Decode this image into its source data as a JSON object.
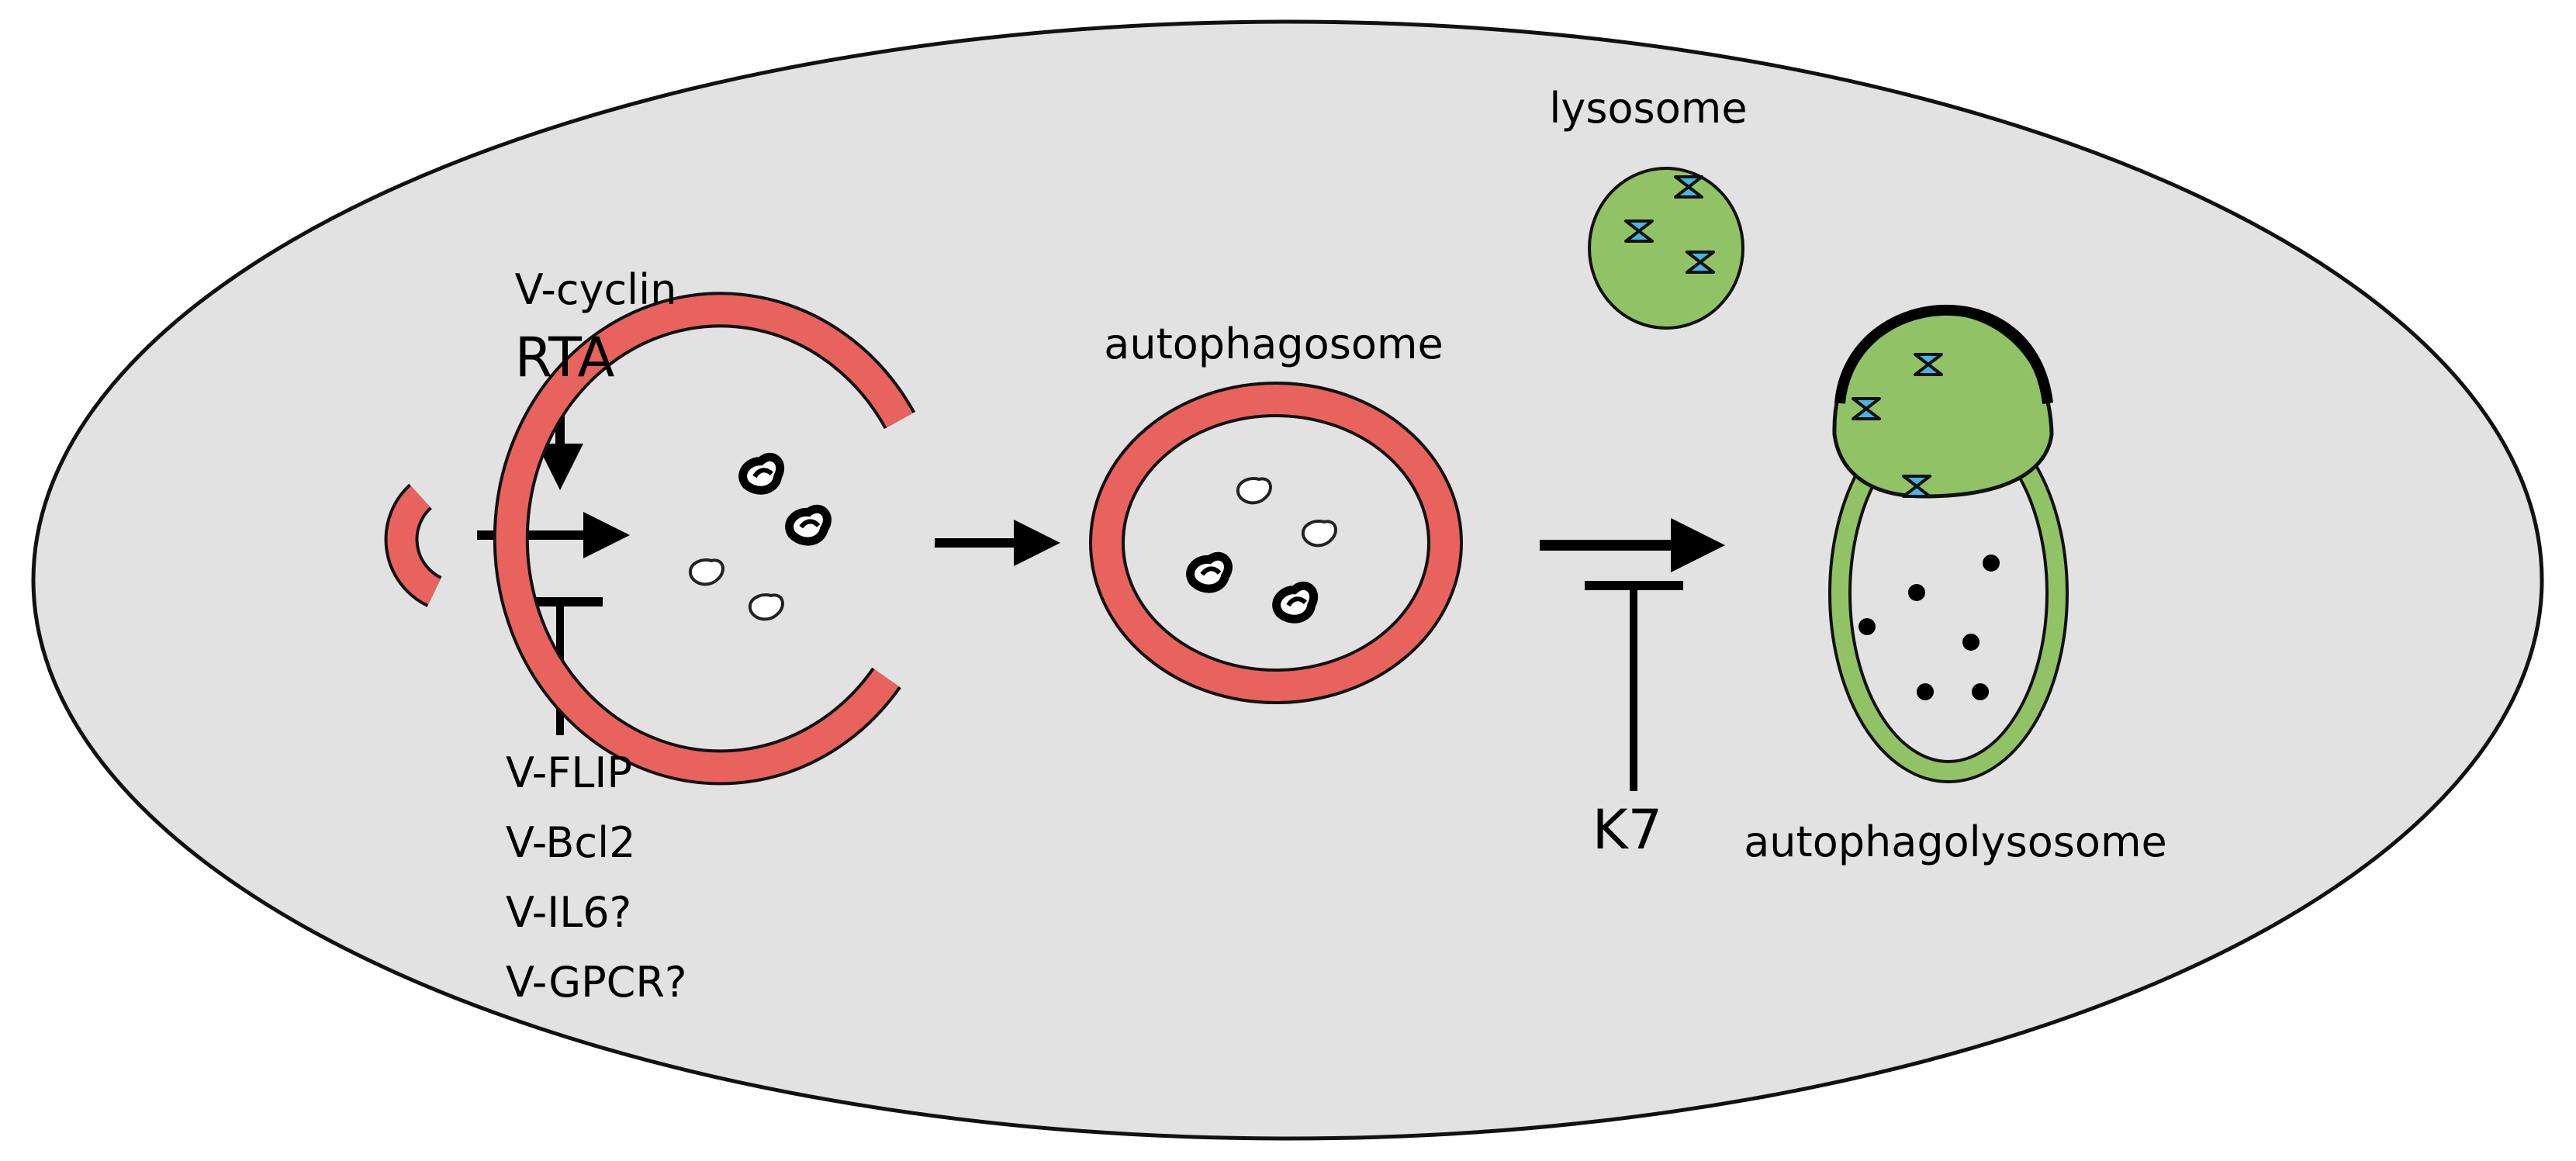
{
  "colors": {
    "cell_fill": "#e2e2e2",
    "cell_stroke": "#111111",
    "membrane_red": "#e8625e",
    "lysosome_green": "#92c266",
    "enzyme_blue": "#45b6e6",
    "ink": "#000000"
  },
  "inducers": {
    "v_cyclin": "V-cyclin",
    "rta": "RTA"
  },
  "inhibitors": [
    "V-FLIP",
    "V-Bcl2",
    "V-IL6?",
    "V-GPCR?"
  ],
  "labels": {
    "autophagosome": "autophagosome",
    "lysosome": "lysosome",
    "autophagolysosome": "autophagolysosome",
    "k7": "K7"
  },
  "icons": {
    "phagophore_small": "crescent-membrane-icon",
    "phagophore_large": "open-membrane-icon",
    "autophagosome": "double-membrane-vesicle-icon",
    "lysosome": "lysosome-vesicle-icon",
    "enzyme": "hourglass-enzyme-icon",
    "cargo": "mitochondria-cargo-icon",
    "activation_arrow": "arrow-right-icon",
    "inhibition": "t-bar-inhibition-icon"
  }
}
